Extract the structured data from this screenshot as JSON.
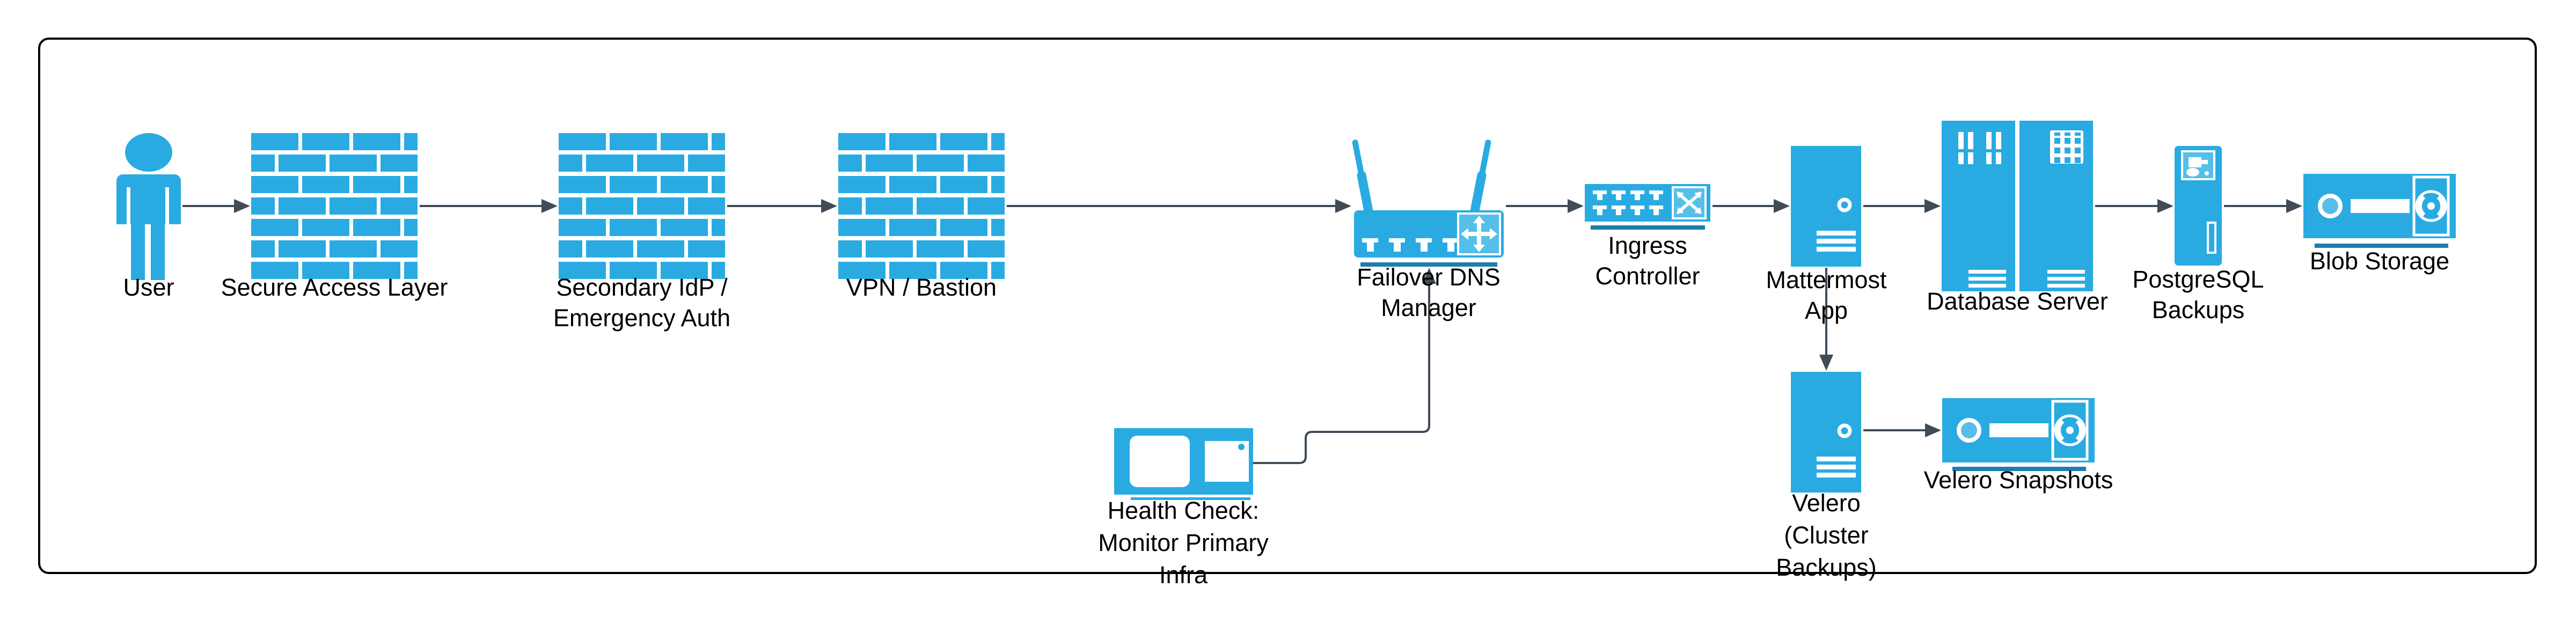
{
  "diagram": {
    "kind": "architecture-flow-diagram",
    "colors": {
      "accent": "#29ABE2",
      "accent_light": "#55BFE9",
      "accent_dark": "#1B7EAC",
      "connector": "#3F4B58",
      "border": "#000000",
      "background": "#FFFFFF"
    },
    "nodes": [
      {
        "id": "user",
        "icon": "person-icon",
        "label_lines": [
          "User"
        ]
      },
      {
        "id": "secure-access-layer",
        "icon": "firewall-icon",
        "label_lines": [
          "Secure Access Layer"
        ]
      },
      {
        "id": "secondary-idp",
        "icon": "firewall-icon",
        "label_lines": [
          "Secondary IdP /",
          "Emergency Auth"
        ]
      },
      {
        "id": "vpn-bastion",
        "icon": "firewall-icon",
        "label_lines": [
          "VPN / Bastion"
        ]
      },
      {
        "id": "failover-dns-manager",
        "icon": "wireless-router-icon",
        "label_lines": [
          "Failover DNS",
          "Manager"
        ]
      },
      {
        "id": "ingress-controller",
        "icon": "network-switch-icon",
        "label_lines": [
          "Ingress",
          "Controller"
        ]
      },
      {
        "id": "mattermost-app",
        "icon": "server-tower-icon",
        "label_lines": [
          "Mattermost",
          "App"
        ]
      },
      {
        "id": "database-server",
        "icon": "server-rack-icon",
        "label_lines": [
          "Database Server"
        ]
      },
      {
        "id": "postgresql-backups",
        "icon": "backup-server-icon",
        "label_lines": [
          "PostgreSQL",
          "Backups"
        ]
      },
      {
        "id": "blob-storage",
        "icon": "disk-storage-icon",
        "label_lines": [
          "Blob Storage"
        ]
      },
      {
        "id": "health-check",
        "icon": "health-monitor-icon",
        "label_lines": [
          "Health Check:",
          "Monitor Primary",
          "Infra"
        ]
      },
      {
        "id": "velero",
        "icon": "server-tower-icon",
        "label_lines": [
          "Velero",
          "(Cluster",
          "Backups)"
        ]
      },
      {
        "id": "velero-snapshots",
        "icon": "disk-storage-icon",
        "label_lines": [
          "Velero Snapshots"
        ]
      }
    ],
    "edges": [
      {
        "from": "user",
        "to": "secure-access-layer"
      },
      {
        "from": "secure-access-layer",
        "to": "secondary-idp"
      },
      {
        "from": "secondary-idp",
        "to": "vpn-bastion"
      },
      {
        "from": "vpn-bastion",
        "to": "failover-dns-manager"
      },
      {
        "from": "failover-dns-manager",
        "to": "ingress-controller"
      },
      {
        "from": "ingress-controller",
        "to": "mattermost-app"
      },
      {
        "from": "mattermost-app",
        "to": "database-server"
      },
      {
        "from": "database-server",
        "to": "postgresql-backups"
      },
      {
        "from": "postgresql-backups",
        "to": "blob-storage"
      },
      {
        "from": "mattermost-app",
        "to": "velero"
      },
      {
        "from": "velero",
        "to": "velero-snapshots"
      },
      {
        "from": "health-check",
        "to": "failover-dns-manager"
      }
    ]
  }
}
